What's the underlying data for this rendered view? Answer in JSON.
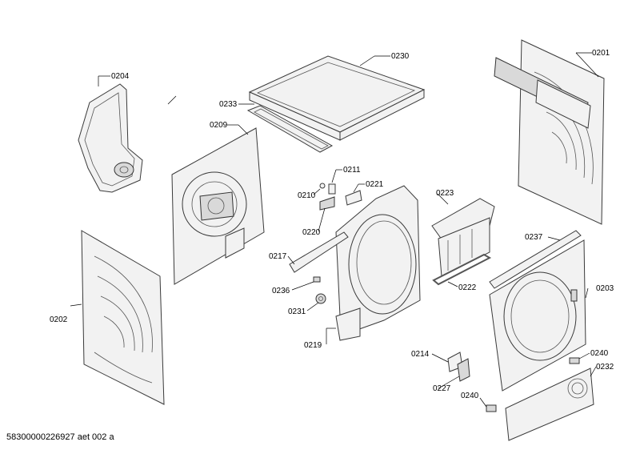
{
  "document_id": "58300000226927 aet 002 a",
  "labels": {
    "p0201": "0201",
    "p0202": "0202",
    "p0203": "0203",
    "p0204": "0204",
    "p0209": "0209",
    "p0210": "0210",
    "p0211": "0211",
    "p0214": "0214",
    "p0217": "0217",
    "p0219": "0219",
    "p0220": "0220",
    "p0221": "0221",
    "p0222": "0222",
    "p0223": "0223",
    "p0227": "0227",
    "p0230": "0230",
    "p0231": "0231",
    "p0232": "0232",
    "p0233": "0233",
    "p0236": "0236",
    "p0237": "0237",
    "p0240a": "0240",
    "p0240b": "0240"
  }
}
